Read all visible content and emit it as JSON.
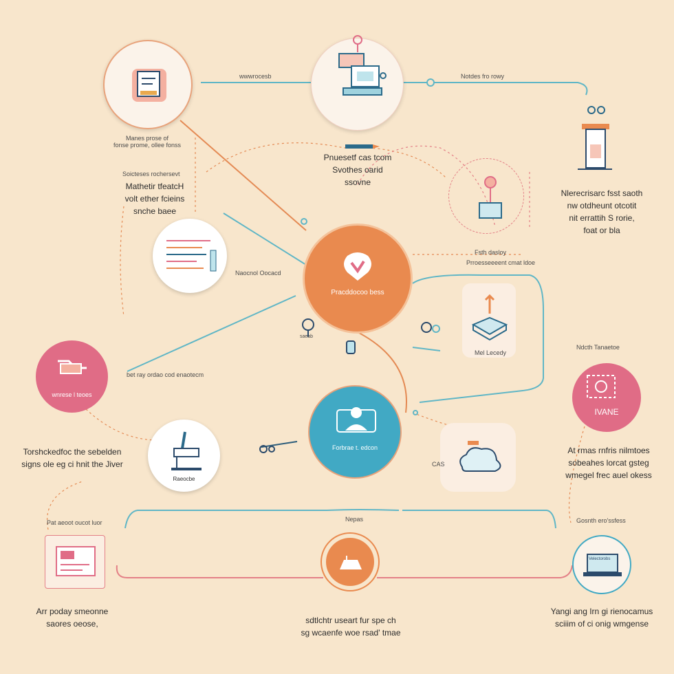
{
  "colors": {
    "background": "#f8e6cc",
    "orange": "#e98a4f",
    "teal": "#41a9c4",
    "pink": "#e06c86",
    "line_teal": "#5fb6c6",
    "line_orange": "#e48a54",
    "line_pink": "#e37f86"
  },
  "top_left": {
    "caption_small": "Manes prose of\nfonse prome, ollee fonss"
  },
  "top_link_left": "wwwrocesb",
  "top_link_right": "Notdes fro rowy",
  "top_center": {
    "caption": "Pnuesetf cas tcom\nSvothes oarid\nssovne"
  },
  "left_upper": {
    "title": "Soicteses rochersevt",
    "caption": "Mathetir tfeatcH\nvolt ether fcieins\nsnche baee"
  },
  "right_upper": {
    "caption": "Nlerecrisarc fsst saoth\nnw otdheunt otcotit\nnit errattih S rorie,\nfoat or bla"
  },
  "right_mid": {
    "small1": "Fsth dasloy",
    "small2": "Prroesseeeent cmat ldoe"
  },
  "chart_panel": {
    "caption": "Naocnol Oocacd"
  },
  "center_main": {
    "label": "Pracddocoo bess"
  },
  "center_second": {
    "label": "Forbrae t. edcon"
  },
  "center_marker": "saeab",
  "right_card": {
    "label": "Mel Lecedy"
  },
  "pink_left": {
    "label": "wnrese l teoes",
    "link": "bet ray ordao cod enaotecm"
  },
  "tool_node": {
    "label": "Raeocbe"
  },
  "left_lower": {
    "caption": "Torshckedfoc the sebelden\nsigns ole eg ci hnit the Jiver"
  },
  "pink_right": {
    "label": "IVANE",
    "small": "Ndcth Tanaetoe",
    "caption": "At rmas rnfris nilmtoes\nsobeahes lorcat gsteg\nwmegel frec auel okess"
  },
  "bottom_center_small": "Nepas",
  "cloud_label": "CAS",
  "bottom_left": {
    "small": "Pat aeoot oucot luor",
    "caption": "Arr poday smeonne\nsaores oeose,"
  },
  "bottom_center": {
    "caption": "sdtlchtr useart fur spe ch\nsg wcaenfe woe rsad' tmae"
  },
  "bottom_right": {
    "small": "Gosnth ero'ssfess",
    "screen_text": "Velectorobs",
    "caption": "Yangi ang Irn gi rienocamus\nsciiim of ci onig wmgense"
  }
}
